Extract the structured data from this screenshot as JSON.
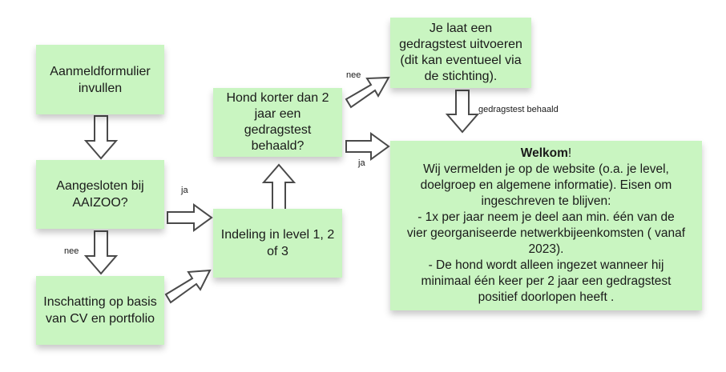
{
  "nodes": {
    "aanmeld": "Aanmeldformulier\ninvullen",
    "aangesloten": "Aangesloten bij\nAAIZOO?",
    "inschatting": "Inschatting op basis\nvan CV en portfolio",
    "indeling": "Indeling in level 1, 2\nof 3",
    "hond": "Hond korter dan 2\njaar een\ngedragstest\nbehaald?",
    "gedragstest": "Je laat een\ngedragstest uitvoeren\n(dit kan eventueel via\nde stichting).",
    "welkom_title": "Welkom",
    "welkom_exclaim": "!",
    "welkom_body": "Wij vermelden je op de website (o.a. je level,\ndoelgroep en algemene informatie). Eisen om\ningeschreven te blijven:\n- 1x per jaar neem je deel aan min.  één van de\nvier georganiseerde netwerkbijeenkomsten ( vanaf\n2023).\n- De hond wordt alleen ingezet wanneer hij\nminimaal één keer per 2 jaar een gedragstest\npositief doorlopen heeft ."
  },
  "labels": {
    "ja_1": "ja",
    "nee_1": "nee",
    "nee_2": "nee",
    "ja_2": "ja",
    "gedragstest_behaald": "gedragstest behaald"
  }
}
